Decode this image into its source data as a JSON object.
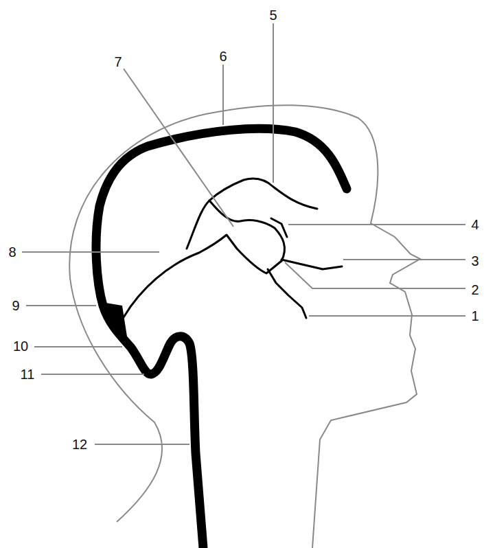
{
  "diagram": {
    "labels": [
      "5",
      "7",
      "6",
      "4",
      "8",
      "3",
      "2",
      "9",
      "1",
      "10",
      "11",
      "12"
    ]
  }
}
